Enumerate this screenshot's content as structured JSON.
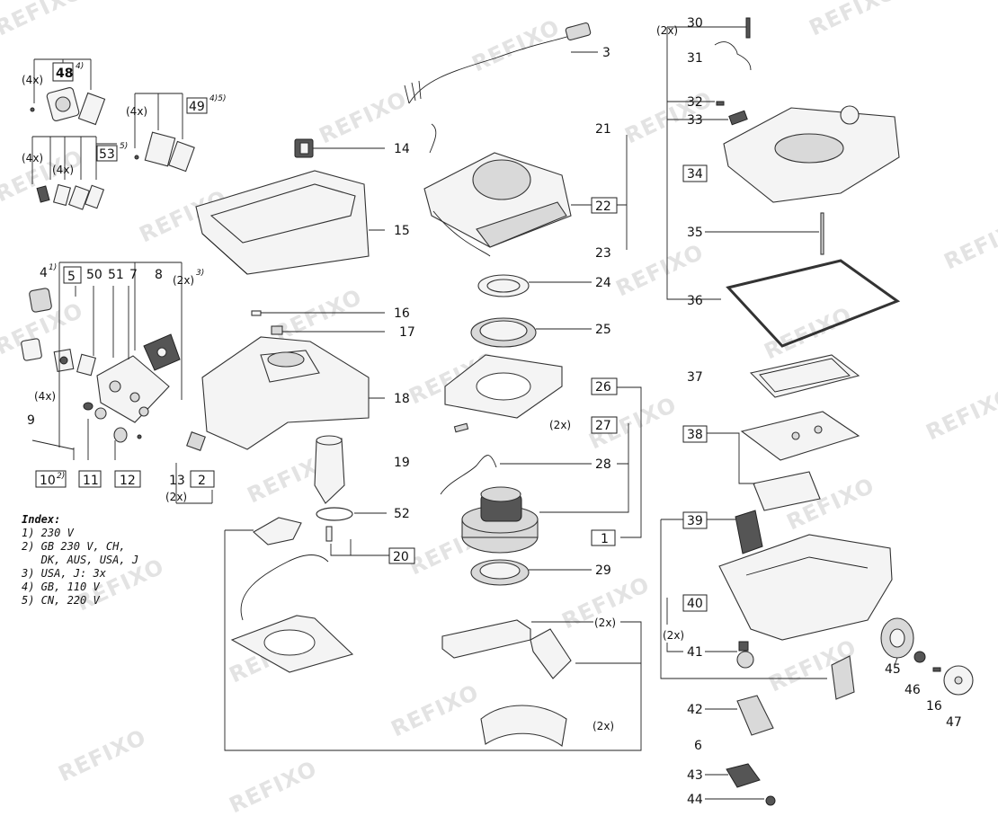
{
  "watermark": "REFIXO",
  "index": {
    "title": "Index:",
    "entries": [
      "1) 230 V",
      "2) GB 230 V, CH,",
      "   DK, AUS, USA, J",
      "3) USA, J: 3x",
      "4) GB, 110 V",
      "5) CN, 220 V"
    ]
  },
  "labels": {
    "p1": "1",
    "p2": "2",
    "p3": "3",
    "p4": "4",
    "p5": "5",
    "p6": "6",
    "p7": "7",
    "p8": "8",
    "p9": "9",
    "p10": "10",
    "p11": "11",
    "p12": "12",
    "p13": "13",
    "p14": "14",
    "p15": "15",
    "p16a": "16",
    "p16b": "16",
    "p17": "17",
    "p18": "18",
    "p19": "19",
    "p20": "20",
    "p21": "21",
    "p22": "22",
    "p23": "23",
    "p24": "24",
    "p25": "25",
    "p26": "26",
    "p27": "27",
    "p28": "28",
    "p29": "29",
    "p30": "30",
    "p31": "31",
    "p32": "32",
    "p33": "33",
    "p34": "34",
    "p35": "35",
    "p36": "36",
    "p37": "37",
    "p38": "38",
    "p39": "39",
    "p40": "40",
    "p41": "41",
    "p42": "42",
    "p43": "43",
    "p44": "44",
    "p45": "45",
    "p46": "46",
    "p47": "47",
    "p48": "48",
    "p49": "49",
    "p50": "50",
    "p51": "51",
    "p52": "52",
    "p53": "53"
  },
  "superscripts": {
    "s48": "4)",
    "s49": "4)5)",
    "s53": "5)",
    "s4": "1)",
    "s2x": "3)",
    "s10": "2)"
  },
  "quantities": {
    "q4x_a": "(4x)",
    "q4x_b": "(4x)",
    "q4x_c": "(4x)",
    "q4x_d": "(4x)",
    "q4x_e": "(4x)",
    "q2x_a": "(2x)",
    "q2x_b": "(2x)",
    "q2x_c": "(2x)",
    "q2x_d": "(2x)",
    "q2x_e": "(2x)",
    "q2x_f": "(2x)",
    "q2x_g": "(2x)"
  }
}
